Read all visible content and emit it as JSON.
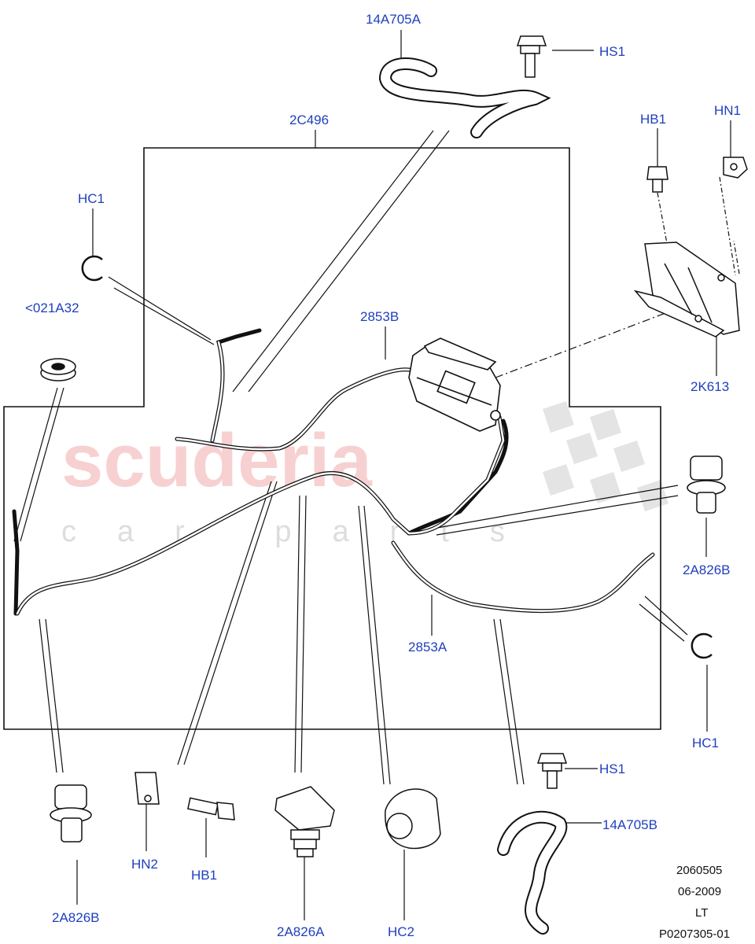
{
  "labels": {
    "hose_top": "14A705A",
    "bolt_top": "HS1",
    "cable_main": "2C496",
    "clip_left": "HC1",
    "bolt_bracket": "HB1",
    "nut_bracket": "HN1",
    "grommet": "<021A32",
    "module": "2853B",
    "bracket": "2K613",
    "clip_right_upper": "2A826B",
    "cable_right": "2853A",
    "clip_right": "HC1",
    "bolt_bottom": "HS1",
    "hose_bottom": "14A705B",
    "clip_bottom_left": "2A826B",
    "nut_bottom": "HN2",
    "bolt_bottom_mid": "HB1",
    "clip_bottom_mid": "2A826A",
    "clip_bottom_right": "HC2"
  },
  "watermark": {
    "main": "scuderia",
    "sub": "car parts"
  },
  "reference": {
    "code": "2060505",
    "date": "06-2009",
    "type": "LT",
    "part": "P0207305-01"
  },
  "colors": {
    "label": "#1f3fbf",
    "line": "#111111",
    "watermark": "#f5c2c2"
  }
}
